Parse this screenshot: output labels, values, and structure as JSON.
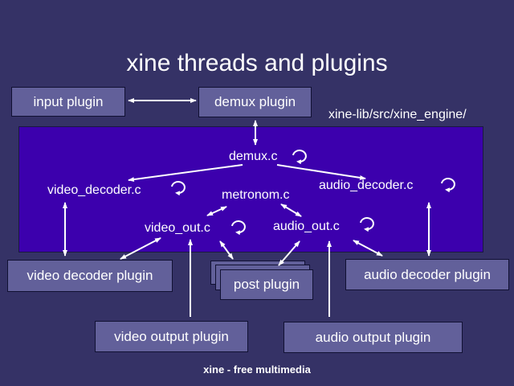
{
  "title": "xine threads and plugins",
  "engine_path": "xine-lib/src/xine_engine/",
  "plugins": {
    "input": "input plugin",
    "demux": "demux plugin",
    "video_decoder": "video decoder plugin",
    "post": "post plugin",
    "audio_decoder": "audio decoder plugin",
    "video_output": "video output plugin",
    "audio_output": "audio output plugin"
  },
  "engine_files": {
    "demux": "demux.c",
    "video_decoder": "video_decoder.c",
    "metronom": "metronom.c",
    "audio_decoder": "audio_decoder.c",
    "video_out": "video_out.c",
    "audio_out": "audio_out.c"
  },
  "footer": "xine - free multimedia",
  "colors": {
    "background": "#353266",
    "engine": "#3c00ad",
    "box": "#62609a"
  }
}
